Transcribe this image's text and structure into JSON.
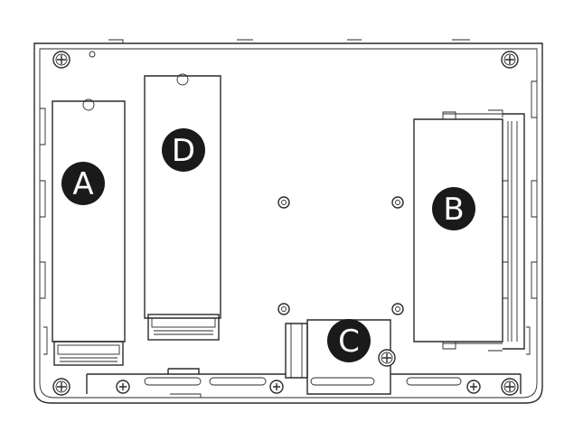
{
  "colors": {
    "line": "#2a2a2a",
    "badge_fill": "#1a1a1a",
    "badge_text": "#ffffff",
    "background": "#ffffff"
  },
  "labels": {
    "slot_a": "A",
    "slot_b": "B",
    "slot_c": "C",
    "slot_d": "D"
  },
  "icons": {
    "screw": "screw-icon",
    "standoff": "standoff-icon"
  }
}
